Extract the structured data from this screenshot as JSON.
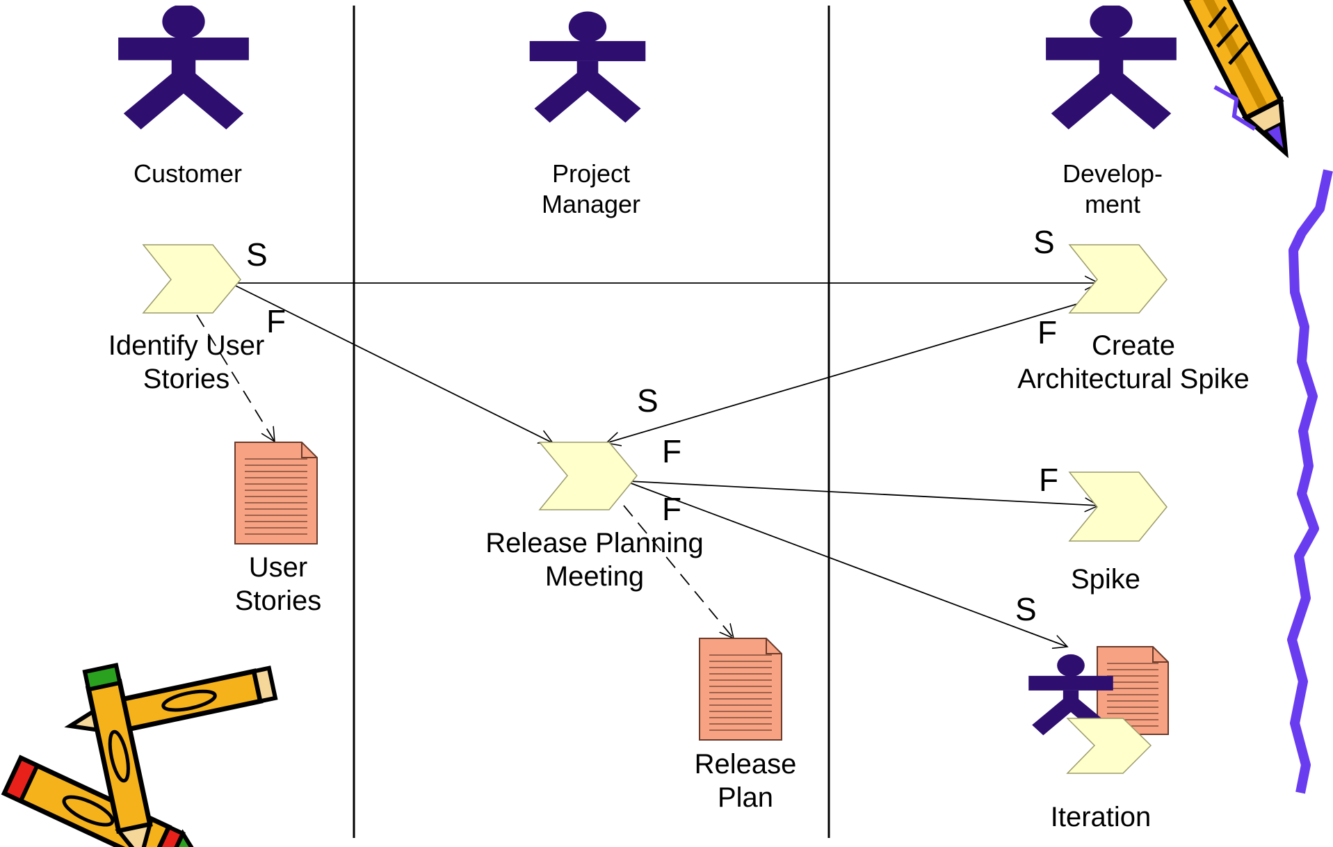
{
  "roles": [
    {
      "lines": [
        "Customer"
      ]
    },
    {
      "lines": [
        "Project",
        "Manager"
      ]
    },
    {
      "lines": [
        "Develop-",
        "ment"
      ]
    }
  ],
  "activities": {
    "identify": [
      "Identify User",
      "Stories"
    ],
    "create_spike": [
      "Create",
      "Architectural Spike"
    ],
    "release_planning": [
      "Release Planning",
      "Meeting"
    ],
    "spike": [
      "Spike"
    ],
    "iteration": [
      "Iteration"
    ]
  },
  "artifacts": {
    "user_stories": [
      "User",
      "Stories"
    ],
    "release_plan": [
      "Release",
      "Plan"
    ]
  },
  "flags": {
    "start": "S",
    "finish": "F"
  },
  "colors": {
    "actor": "#2e0f70",
    "activity_fill": "#ffffcc",
    "document_fill": "#f7a383",
    "pencil_body": "#f5b21b",
    "squiggle": "#6a3cf0"
  },
  "icons": [
    "actor-icon",
    "activity-chevron-icon",
    "document-icon",
    "pencil-clipart",
    "crayons-clipart"
  ]
}
